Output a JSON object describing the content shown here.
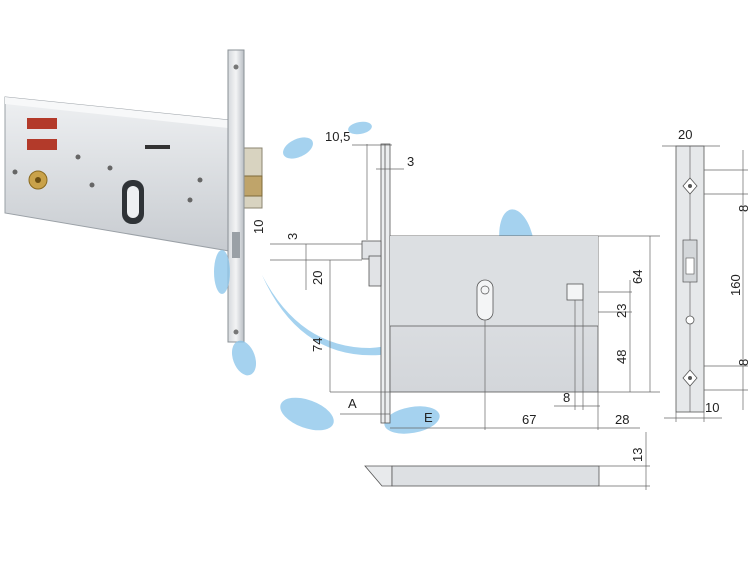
{
  "colors": {
    "watermark": "#8fc8ec",
    "steel_light": "#e4e6e8",
    "steel_mid": "#c9ccd0",
    "steel_dark": "#9aa0a6",
    "brass": "#c9a24a",
    "red_window": "#b33a2a"
  },
  "dimensions": {
    "d_10_5": "10,5",
    "d_3_top": "3",
    "d_10": "10",
    "d_3_left": "3",
    "d_20_left": "20",
    "d_74": "74",
    "d_64": "64",
    "d_23": "23",
    "d_48": "48",
    "d_8_bottom": "8",
    "d_67": "67",
    "d_28": "28",
    "label_a": "A",
    "label_e": "E",
    "d_13": "13",
    "d_20_side": "20",
    "d_8_side_top": "8",
    "d_160": "160",
    "d_8_side_bottom": "8",
    "d_10_side": "10"
  }
}
